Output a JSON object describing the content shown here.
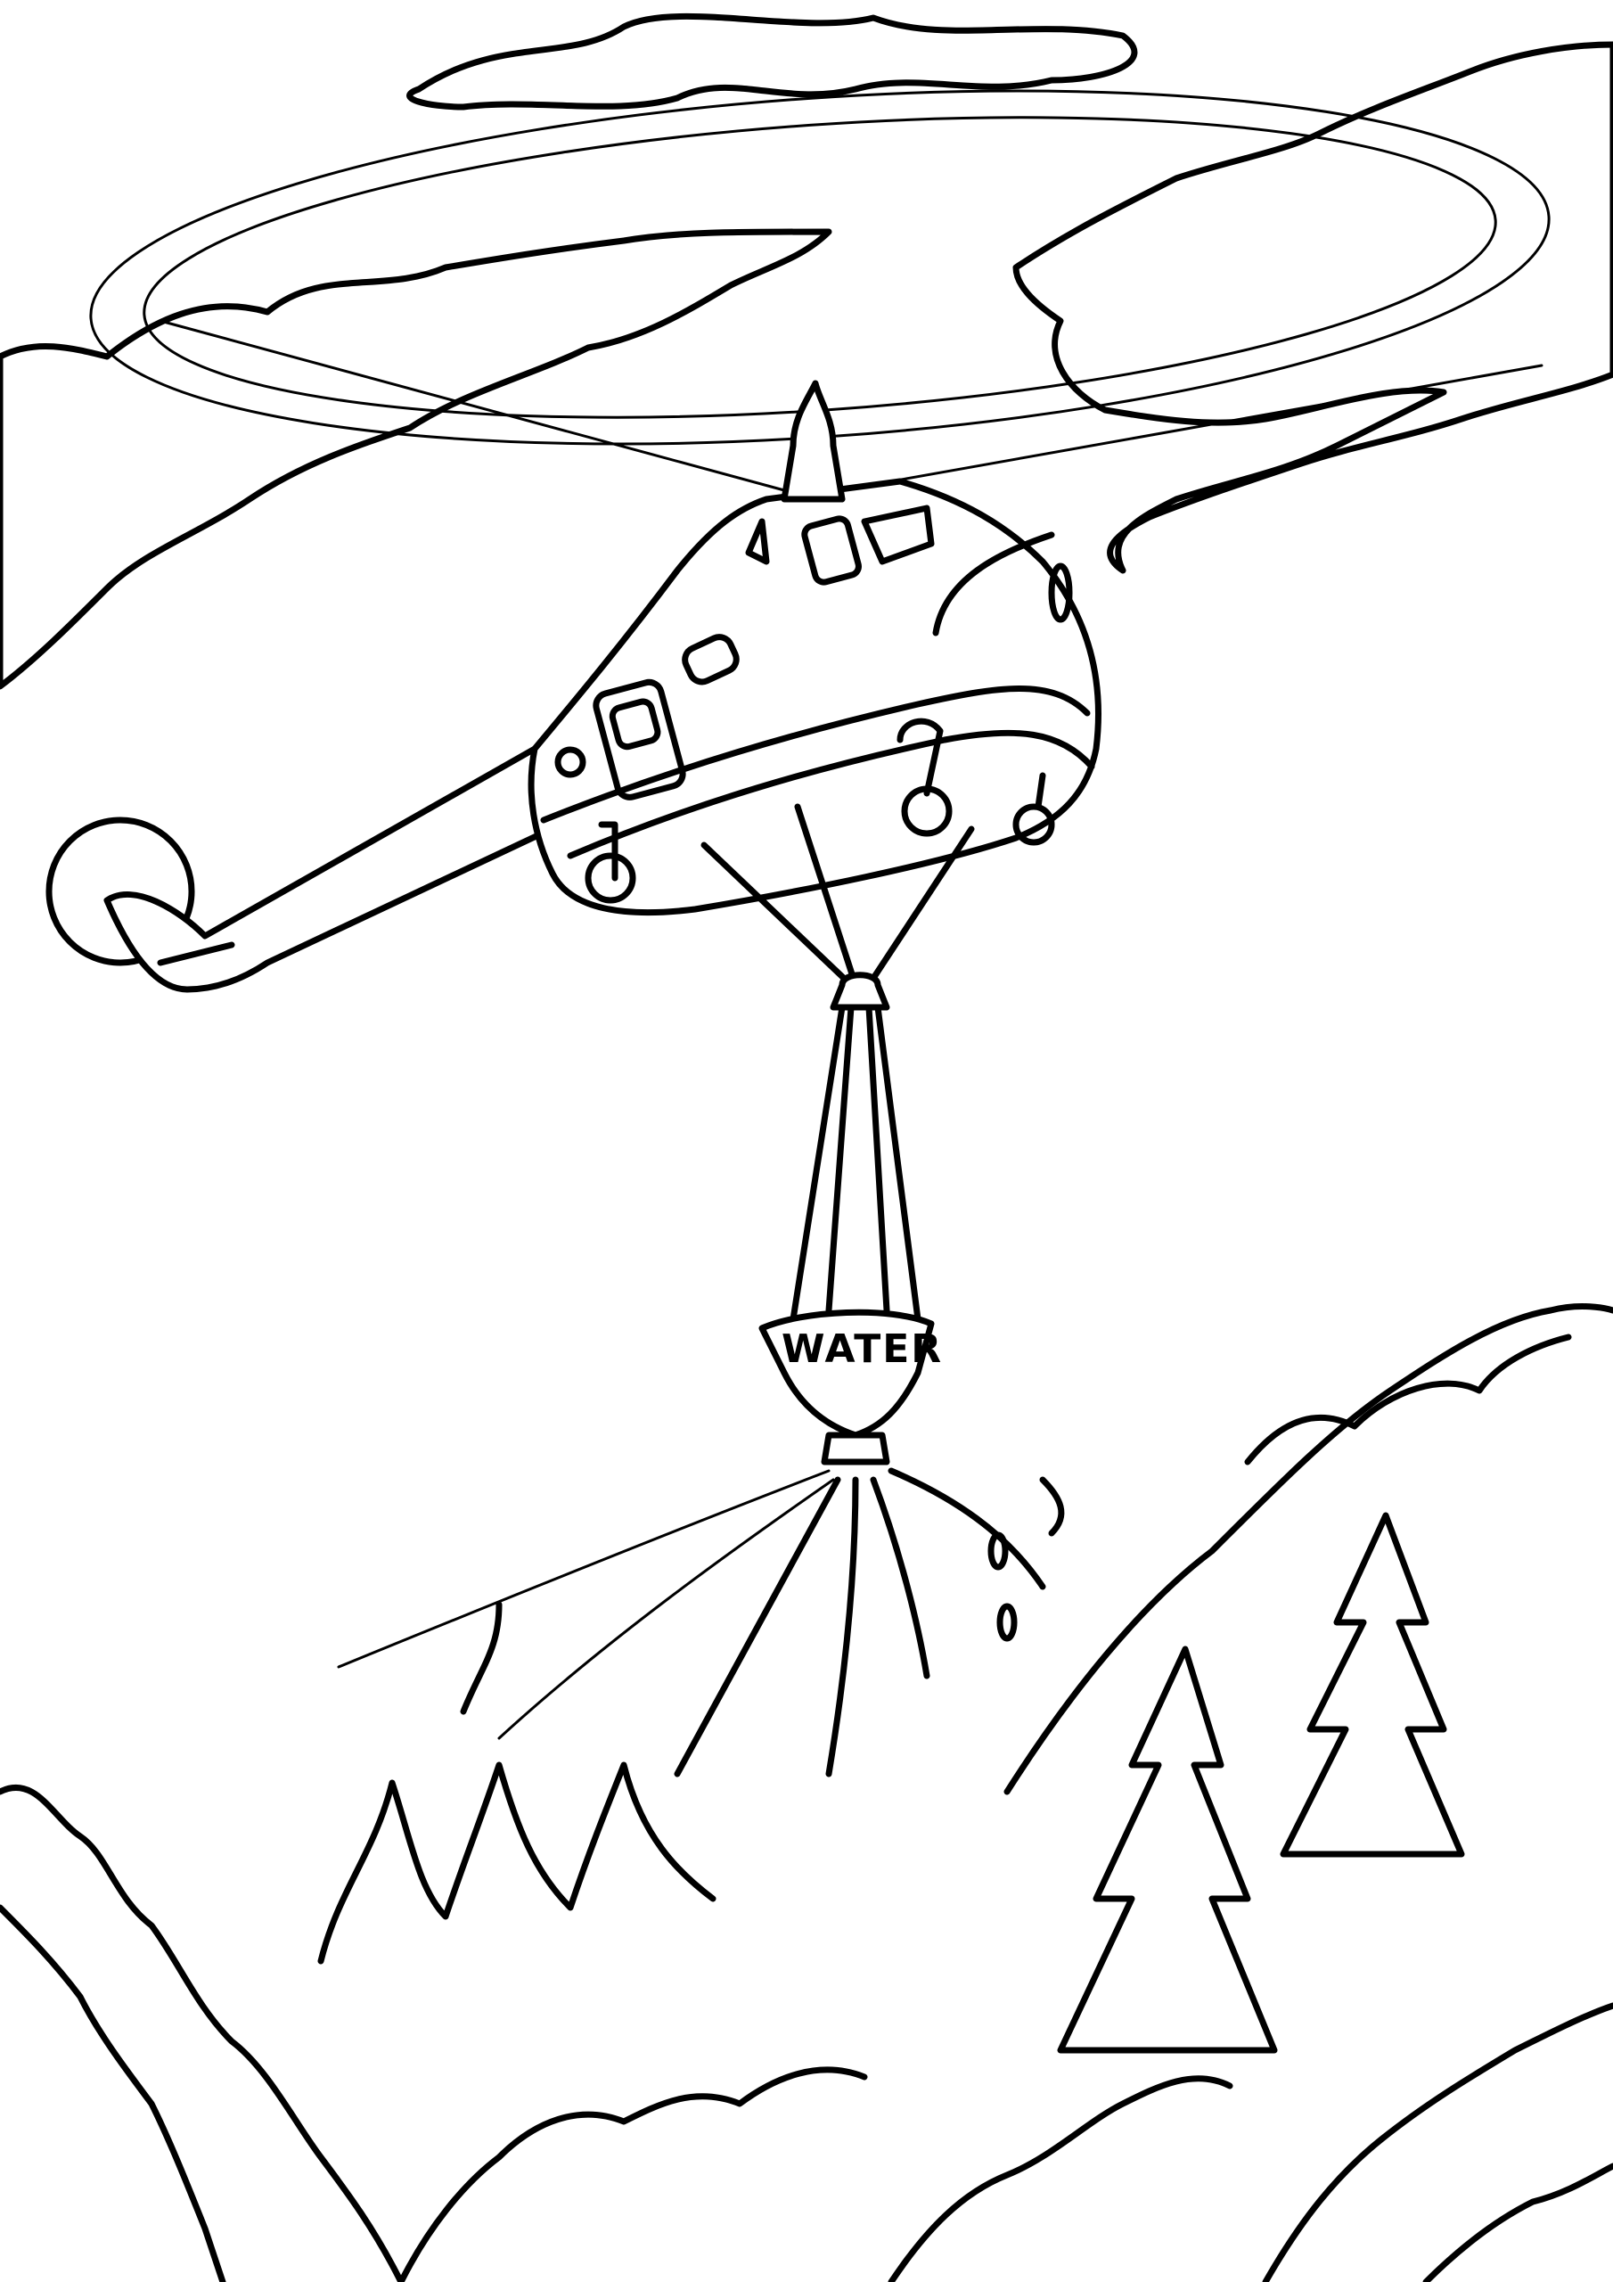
{
  "illustration": {
    "type": "coloring-page line art",
    "subject": "Firefighting helicopter dropping water on a forest fire",
    "bucket_label": "WATER",
    "colors": {
      "line": "#000000",
      "background": "#ffffff"
    }
  }
}
